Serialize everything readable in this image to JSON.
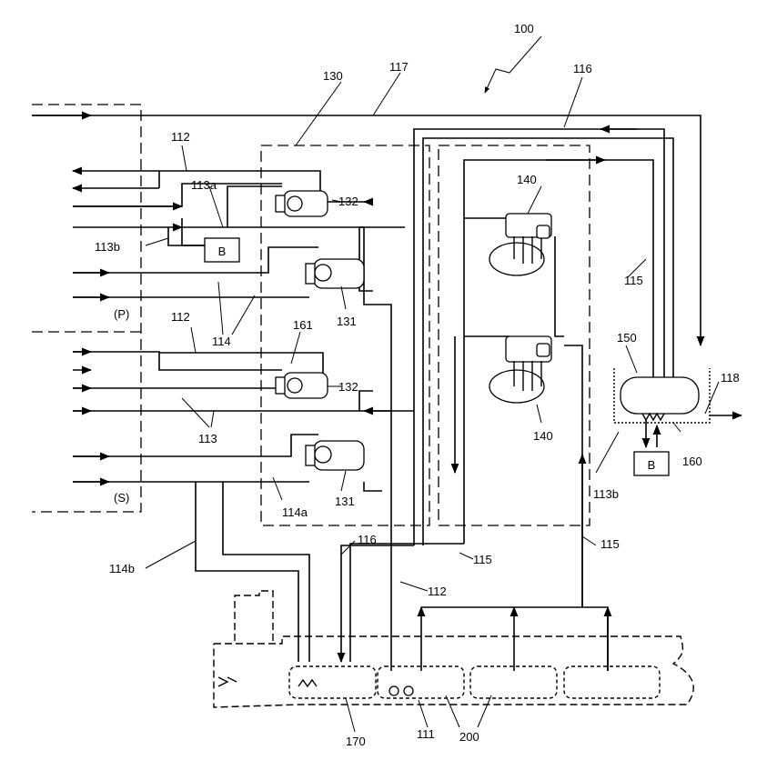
{
  "labels": {
    "ref_100": "100",
    "ref_130": "130",
    "ref_117": "117",
    "ref_116_top": "116",
    "ref_112_top": "112",
    "ref_113a": "113a",
    "ref_132_top": "132",
    "ref_140_top": "140",
    "ref_113b_left": "113b",
    "ref_b_left": "B",
    "ref_131_top": "131",
    "ref_114": "114",
    "ref_115_right": "115",
    "ref_p": "(P)",
    "ref_112_mid": "112",
    "ref_161": "161",
    "ref_150": "150",
    "ref_132_bot": "132",
    "ref_118": "118",
    "ref_113": "113",
    "ref_140_bot": "140",
    "ref_b_right": "B",
    "ref_160": "160",
    "ref_113b_right": "113b",
    "ref_131_bot": "131",
    "ref_114a": "114a",
    "ref_s": "(S)",
    "ref_114b": "114b",
    "ref_116_bot": "116",
    "ref_115_mid": "115",
    "ref_115_low": "115",
    "ref_112_bot": "112",
    "ref_170": "170",
    "ref_111": "111",
    "ref_200": "200"
  }
}
